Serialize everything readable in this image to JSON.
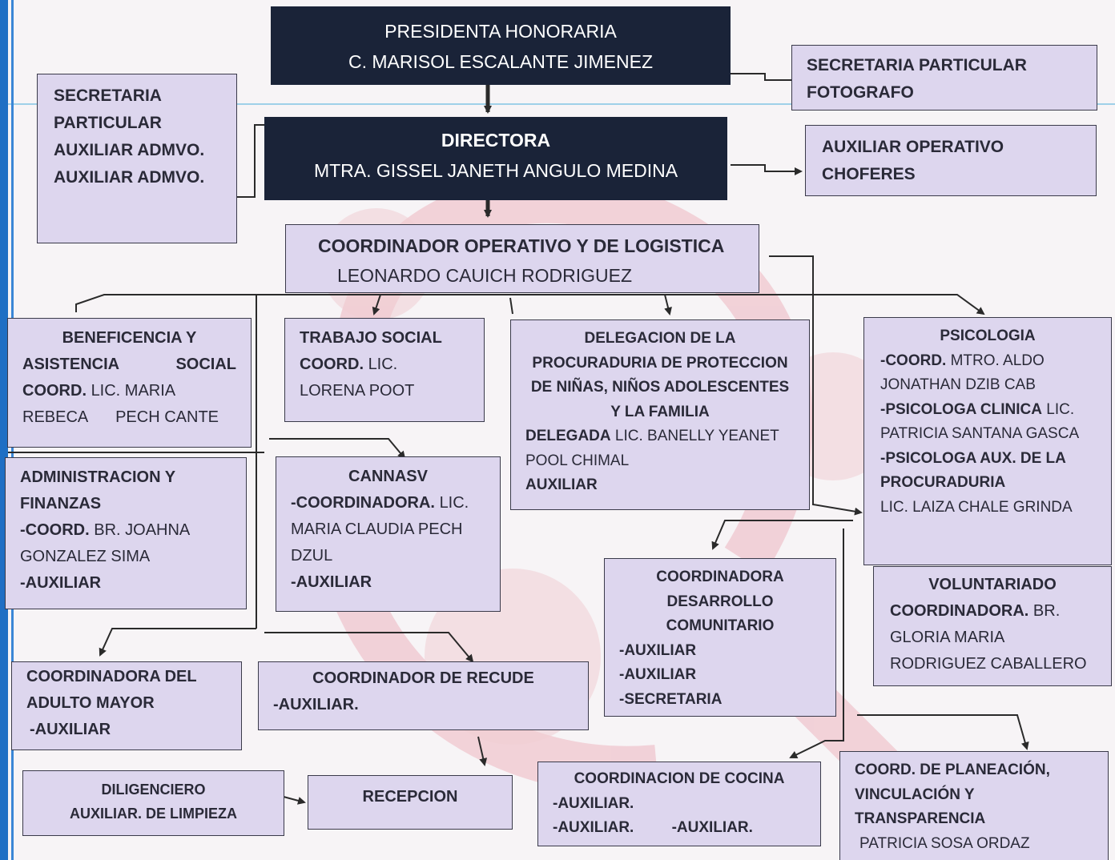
{
  "presidenta": {
    "title": "PRESIDENTA HONORARIA",
    "name": "C. MARISOL ESCALANTE JIMENEZ"
  },
  "sec_particular_fotografo": {
    "line1": "SECRETARIA PARTICULAR",
    "line2": "FOTOGRAFO"
  },
  "secretaria_izq": {
    "line1": "SECRETARIA",
    "line2": "PARTICULAR",
    "line3": "AUXILIAR ADMVO.",
    "line4": "AUXILIAR ADMVO."
  },
  "directora": {
    "title": "DIRECTORA",
    "name": "MTRA. GISSEL JANETH ANGULO MEDINA"
  },
  "aux_operativo": {
    "line1": "AUXILIAR OPERATIVO",
    "line2": "CHOFERES"
  },
  "coordinador_operativo": {
    "title": "COORDINADOR OPERATIVO Y DE LOGISTICA",
    "name": "LEONARDO CAUICH RODRIGUEZ"
  },
  "beneficencia": {
    "line1": "BENEFICENCIA Y",
    "line2a": "ASISTENCIA",
    "line2b": "SOCIAL",
    "coord_label": "COORD.",
    "coord_rest": "LIC. MARIA",
    "line4a": "REBECA",
    "line4b": "PECH CANTE"
  },
  "trabajo_social": {
    "line1": "TRABAJO SOCIAL",
    "coord_label": "COORD.",
    "coord_rest": "LIC.",
    "line3": "LORENA POOT"
  },
  "delegacion": {
    "line1": "DELEGACION DE LA",
    "line2": "PROCURADURIA DE PROTECCION",
    "line3": "DE NIÑAS, NIÑOS ADOLESCENTES",
    "line4": "Y LA FAMILIA",
    "delegada_label": "DELEGADA",
    "delegada_rest": "LIC. BANELLY YEANET",
    "line6": "POOL CHIMAL",
    "line7": "AUXILIAR"
  },
  "psicologia": {
    "line1": "PSICOLOGIA",
    "coord_label": "-COORD.",
    "coord_rest": "MTRO. ALDO",
    "line3": "JONATHAN DZIB CAB",
    "clinica_label": "-PSICOLOGA CLINICA",
    "clinica_rest": "LIC.",
    "line5": "PATRICIA SANTANA GASCA",
    "line6": "-PSICOLOGA AUX. DE LA",
    "line7": "PROCURADURIA",
    "line8": "LIC. LAIZA CHALE GRINDA"
  },
  "administracion": {
    "line1": "ADMINISTRACION Y",
    "line2": "FINANZAS",
    "coord_label": "-COORD.",
    "coord_rest": "BR. JOAHNA",
    "line4": "GONZALEZ SIMA",
    "line5": "-AUXILIAR"
  },
  "cannasv": {
    "line1": "CANNASV",
    "coord_label": "-COORDINADORA.",
    "coord_rest": "LIC.",
    "line3": "MARIA CLAUDIA PECH",
    "line4": "DZUL",
    "line5": "-AUXILIAR"
  },
  "desarrollo_comunitario": {
    "line1": "COORDINADORA",
    "line2": "DESARROLLO",
    "line3": "COMUNITARIO",
    "line4": "-AUXILIAR",
    "line5": "-AUXILIAR",
    "line6": "-SECRETARIA"
  },
  "voluntariado": {
    "line1": "VOLUNTARIADO",
    "coord_label": "COORDINADORA.",
    "coord_rest": "BR.",
    "line3": "GLORIA MARIA",
    "line4": "RODRIGUEZ CABALLERO"
  },
  "adulto_mayor": {
    "line1": "COORDINADORA DEL",
    "line2": "ADULTO MAYOR",
    "line3": "-AUXILIAR"
  },
  "recude": {
    "line1": "COORDINADOR DE RECUDE",
    "line2": "-AUXILIAR."
  },
  "diligenciero": {
    "line1": "DILIGENCIERO",
    "line2": "AUXILIAR. DE LIMPIEZA"
  },
  "recepcion": {
    "line1": "RECEPCION"
  },
  "cocina": {
    "line1": "COORDINACION DE COCINA",
    "line2": "-AUXILIAR.",
    "line3a": "-AUXILIAR.",
    "line3b": "-AUXILIAR."
  },
  "planeacion": {
    "line1": "COORD. DE PLANEACIÓN,",
    "line2": "VINCULACIÓN Y",
    "line3": "TRANSPARENCIA",
    "line4": "PATRICIA SOSA ORDAZ"
  }
}
